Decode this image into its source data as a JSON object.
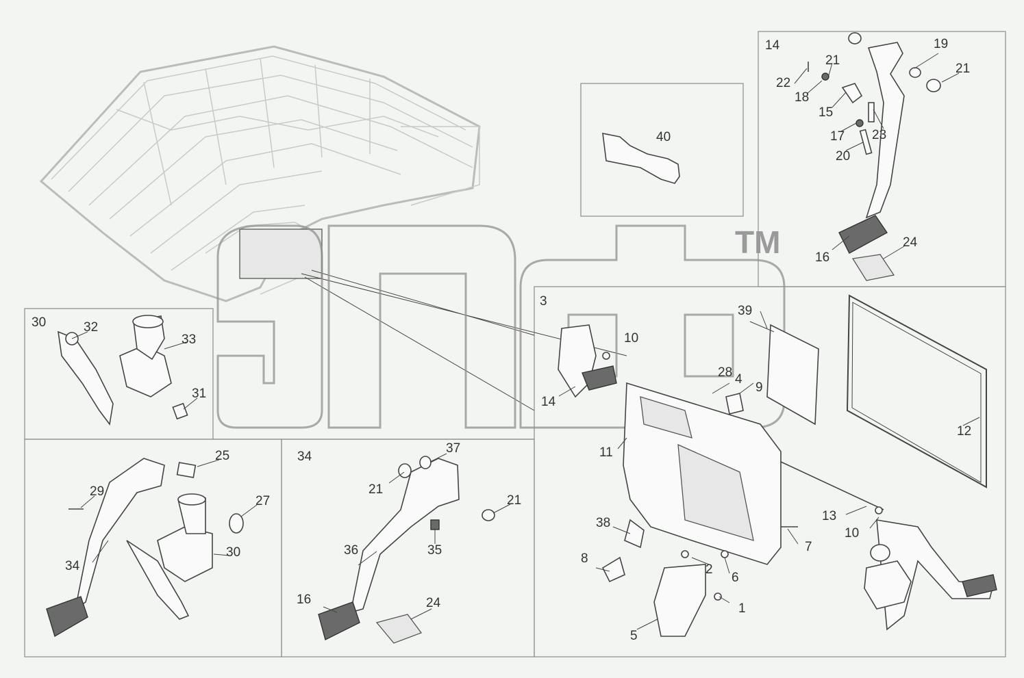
{
  "watermark": {
    "trademark": "TM"
  },
  "panels": {
    "p14": "14",
    "p30": "30",
    "p34": "34"
  },
  "callouts": [
    {
      "id": "c1",
      "text": "1"
    },
    {
      "id": "c2",
      "text": "2"
    },
    {
      "id": "c3",
      "text": "3"
    },
    {
      "id": "c4",
      "text": "4"
    },
    {
      "id": "c5",
      "text": "5"
    },
    {
      "id": "c6",
      "text": "6"
    },
    {
      "id": "c7",
      "text": "7"
    },
    {
      "id": "c8",
      "text": "8"
    },
    {
      "id": "c9",
      "text": "9"
    },
    {
      "id": "c10a",
      "text": "10"
    },
    {
      "id": "c10b",
      "text": "10"
    },
    {
      "id": "c11",
      "text": "11"
    },
    {
      "id": "c12",
      "text": "12"
    },
    {
      "id": "c13",
      "text": "13"
    },
    {
      "id": "c14a",
      "text": "14"
    },
    {
      "id": "c15",
      "text": "15"
    },
    {
      "id": "c16a",
      "text": "16"
    },
    {
      "id": "c16b",
      "text": "16"
    },
    {
      "id": "c17",
      "text": "17"
    },
    {
      "id": "c18",
      "text": "18"
    },
    {
      "id": "c19",
      "text": "19"
    },
    {
      "id": "c20",
      "text": "20"
    },
    {
      "id": "c21a",
      "text": "21"
    },
    {
      "id": "c21b",
      "text": "21"
    },
    {
      "id": "c21c",
      "text": "21"
    },
    {
      "id": "c21d",
      "text": "21"
    },
    {
      "id": "c22",
      "text": "22"
    },
    {
      "id": "c23",
      "text": "23"
    },
    {
      "id": "c24a",
      "text": "24"
    },
    {
      "id": "c24b",
      "text": "24"
    },
    {
      "id": "c25",
      "text": "25"
    },
    {
      "id": "c27",
      "text": "27"
    },
    {
      "id": "c28",
      "text": "28"
    },
    {
      "id": "c29",
      "text": "29"
    },
    {
      "id": "c30b",
      "text": "30"
    },
    {
      "id": "c31",
      "text": "31"
    },
    {
      "id": "c32",
      "text": "32"
    },
    {
      "id": "c33",
      "text": "33"
    },
    {
      "id": "c34b",
      "text": "34"
    },
    {
      "id": "c35",
      "text": "35"
    },
    {
      "id": "c36",
      "text": "36"
    },
    {
      "id": "c37",
      "text": "37"
    },
    {
      "id": "c38",
      "text": "38"
    },
    {
      "id": "c39",
      "text": "39"
    },
    {
      "id": "c40",
      "text": "40"
    }
  ]
}
